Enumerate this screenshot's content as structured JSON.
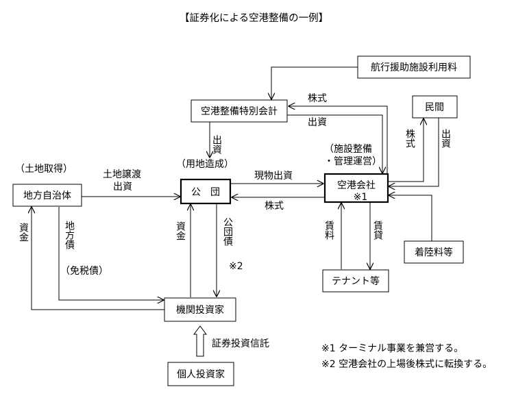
{
  "title": "【証券化による空港整備の一例】",
  "boxes": {
    "navaid_fee": "航行援助施設利用料",
    "special_account": "空港整備特別会計",
    "private": "民間",
    "local_gov": "地方自治体",
    "corporation": "公　団",
    "airport_company": "空港会社",
    "tenant": "テナント等",
    "landing_fee": "着陸料等",
    "institutional_investor": "機関投資家",
    "individual_investor": "個人投資家"
  },
  "notes": {
    "land_acquisition": "（土地取得）",
    "land_development": "（用地造成）",
    "facility_1": "（施設整備",
    "facility_2": "・管理運営）",
    "airport_note_mark": "※1"
  },
  "labels": {
    "stock_top": "株式",
    "investment_top": "出資",
    "special_account_investment": "出資",
    "land_transfer_1": "土地譲渡",
    "land_transfer_2": "出資",
    "in_kind_investment": "現物出資",
    "stock_mid": "株式",
    "private_stock": "株式",
    "private_investment": "出資",
    "rent_1": "賃料",
    "rent_2": "賃貸",
    "funds_left": "資金",
    "local_bond_1": "地方債",
    "local_bond_2": "（免税債）",
    "funds_mid": "資金",
    "corp_bond": "公団債",
    "corp_bond_note": "※2",
    "securities_trust": "証券投資信託"
  },
  "footnotes": [
    "※1 ターミナル事業を兼営する。",
    "※2 空港会社の上場後株式に転換する。"
  ]
}
